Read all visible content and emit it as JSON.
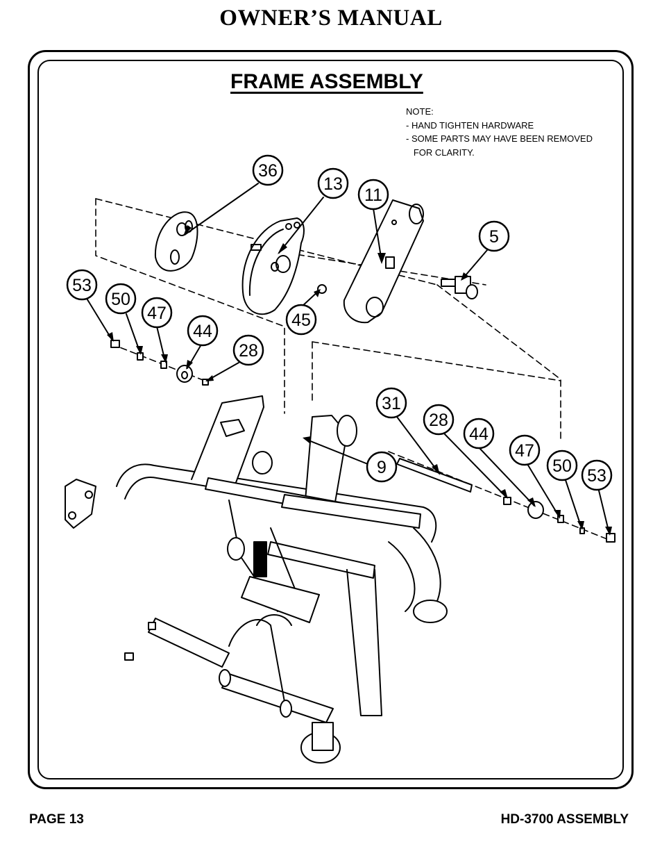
{
  "header": {
    "title": "OWNER’S MANUAL"
  },
  "section": {
    "title": "FRAME ASSEMBLY"
  },
  "note": {
    "heading": "NOTE:",
    "line1": "- HAND TIGHTEN HARDWARE",
    "line2": "- SOME PARTS MAY HAVE BEEN REMOVED",
    "line3": "   FOR CLARITY."
  },
  "callouts": {
    "c36": "36",
    "c13": "13",
    "c11": "11",
    "c5": "5",
    "c53a": "53",
    "c50a": "50",
    "c47a": "47",
    "c44a": "44",
    "c28a": "28",
    "c45": "45",
    "c31": "31",
    "c9": "9",
    "c28b": "28",
    "c44b": "44",
    "c47b": "47",
    "c50b": "50",
    "c53b": "53"
  },
  "footer": {
    "page": "PAGE 13",
    "model": "HD-3700 ASSEMBLY"
  }
}
